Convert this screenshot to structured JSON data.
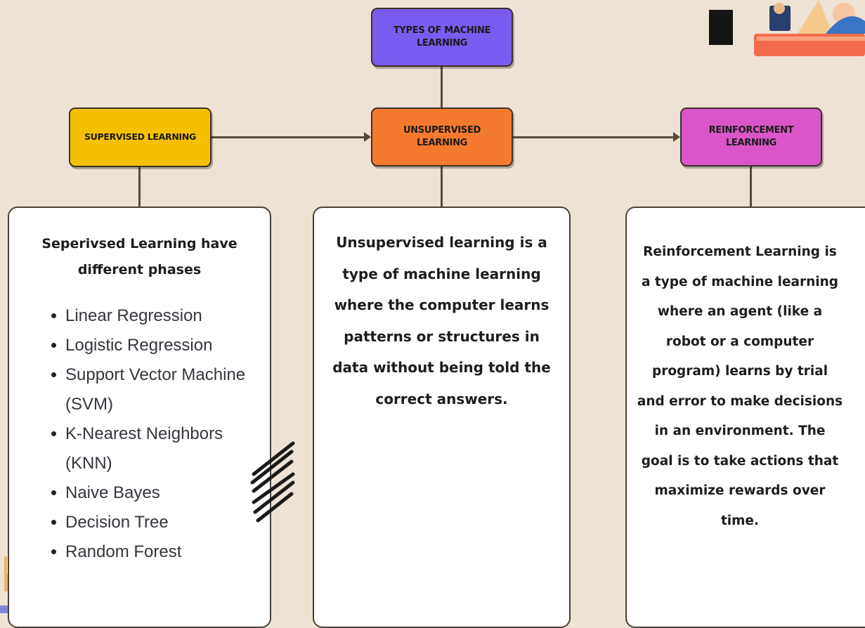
{
  "diagram": {
    "root": {
      "label": "TYPES OF MACHINE LEARNING",
      "color": "#7a5cf0"
    },
    "branches": [
      {
        "label": "SUPERVISED LEARNING",
        "color": "#f5c000"
      },
      {
        "label": "UNSUPERVISED LEARNING",
        "color": "#f47a2e"
      },
      {
        "label": "REINFORCEMENT LEARNING",
        "color": "#d955c9"
      }
    ],
    "cards": {
      "supervised": {
        "heading": "Seperivsed Learning have different phases",
        "items": [
          "Linear Regression",
          "Logistic Regression",
          "Support Vector Machine (SVM)",
          "K-Nearest Neighbors (KNN)",
          "Naive Bayes",
          "Decision Tree",
          "Random Forest"
        ]
      },
      "unsupervised": {
        "text": "Unsupervised learning is a type of machine learning where the computer learns patterns or structures in data without being told the correct answers."
      },
      "reinforcement": {
        "text": "Reinforcement Learning is a type of machine learning where an agent (like a robot or a computer program) learns by trial and error to make decisions in an environment. The goal is to take actions that maximize rewards over time."
      }
    }
  },
  "decorations": [
    "desk-illustration",
    "scribble-mark",
    "person-illustration"
  ]
}
